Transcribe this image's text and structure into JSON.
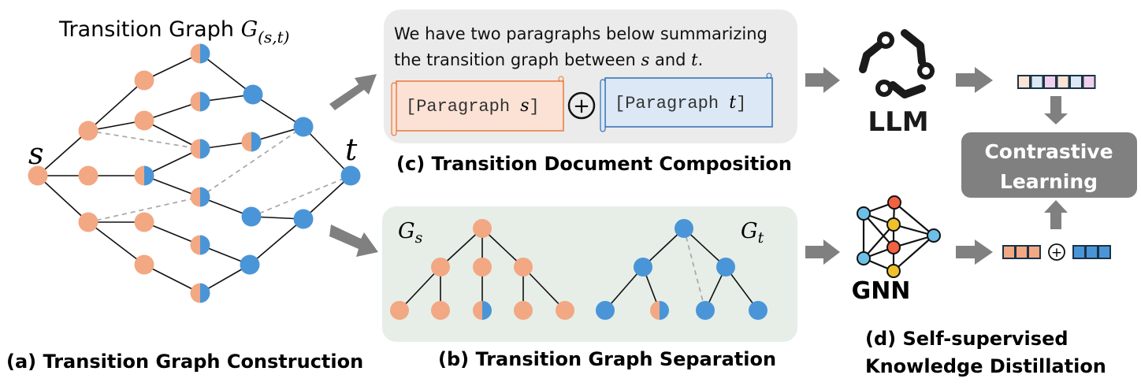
{
  "colors": {
    "source": "#f2a883",
    "target": "#4a95d8",
    "arrow": "#808080",
    "box_c": "#ebebeb",
    "box_b": "#e6eee7",
    "contrastive": "#808080"
  },
  "panel_a": {
    "title": "Transition Graph ",
    "title_math": "G",
    "title_sub": "(s,t)",
    "source_label": "s",
    "target_label": "t",
    "caption": "(a) Transition Graph Construction"
  },
  "panel_b": {
    "gs_label": "G",
    "gs_sub": "s",
    "gt_label": "G",
    "gt_sub": "t",
    "caption": "(b) Transition Graph Separation"
  },
  "panel_c": {
    "line1": "We have two paragraphs below summarizing",
    "line2_prefix": "the transition graph between ",
    "line2_s": "s",
    "line2_and": " and ",
    "line2_t": "t",
    "line2_end": ".",
    "para_s": "[Paragraph ",
    "para_s_var": "s",
    "para_t": "[Paragraph ",
    "para_t_var": "t",
    "para_close": "]",
    "plus": "+",
    "caption": "(c) Transition Document Composition"
  },
  "panel_d": {
    "llm_label": "LLM",
    "gnn_label": "GNN",
    "contrastive_line1": "Contrastive",
    "contrastive_line2": "Learning",
    "caption_line1": "(d) Self-supervised",
    "caption_line2": "Knowledge Distillation",
    "plus": "+"
  }
}
